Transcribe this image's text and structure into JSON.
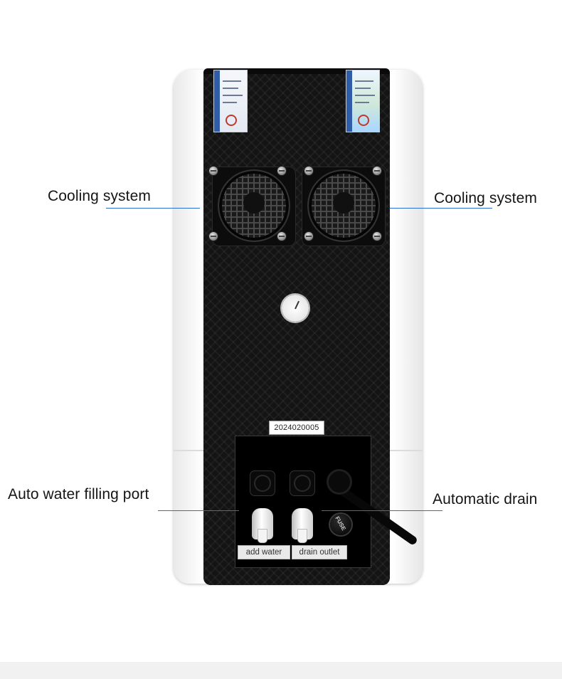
{
  "image": {
    "callouts": {
      "cooling_left": "Cooling system",
      "cooling_right": "Cooling system",
      "water_fill": "Auto water filling port",
      "drain": "Automatic drain"
    },
    "device_labels": {
      "serial": "2024020005",
      "add_water": "add water",
      "drain_outlet": "drain outlet",
      "fuse": "FUSE"
    },
    "colors": {
      "panel": "#141414",
      "housing": "#ffffff",
      "callout_line": "#2b6fd6",
      "background": "#ffffff"
    }
  }
}
